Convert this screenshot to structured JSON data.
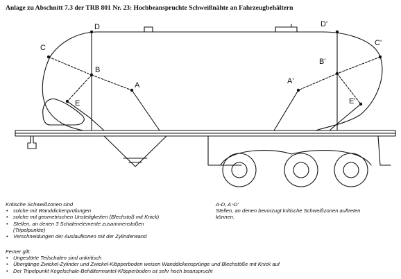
{
  "header": {
    "title": "Anlage zu Abschnitt 7.3 der TRB 801 Nr. 23: Hochbeanspruchte Schweißnähte an Fahrzeugbehältern"
  },
  "drawing": {
    "labels": {
      "A": "A",
      "B": "B",
      "C": "C",
      "D": "D",
      "E": "E",
      "A_prime": "A'",
      "B_prime": "B'",
      "C_prime": "C'",
      "D_prime": "D'",
      "E_prime": "E'"
    }
  },
  "left_notes": {
    "heading": "Kritische Schweißzonen sind",
    "items": [
      "solche mit Wanddickenprüfungen",
      "solche mit geometrischen Unstetigkeiten (Blechstoß mit Knick)",
      "Stellen, an denen 3 Schalenelemente zusammenstoßen",
      "(Tripelpunkte)",
      "Verschneidungen der Auslaufkonen mit der Zylinderwand"
    ]
  },
  "right_notes": {
    "heading": "A-D, A'-D'",
    "text_line1": "Stellen, an denen bevorzugt kritische Schweißzonen auftreten",
    "text_line2": "können."
  },
  "ferner": {
    "heading": "Ferner gilt:",
    "items": [
      "Ungestörte Teilschalen sind unkritisch",
      "Übergänge Zwickel-Zylinder und Zwickel-Klöpperboden weisen Wanddickensprünge und Blechstöße mit Knick auf",
      "Der Tripelpunkt Kegelschale-Behältermantel-Klöpperboden ist sehr hoch beansprucht"
    ]
  }
}
